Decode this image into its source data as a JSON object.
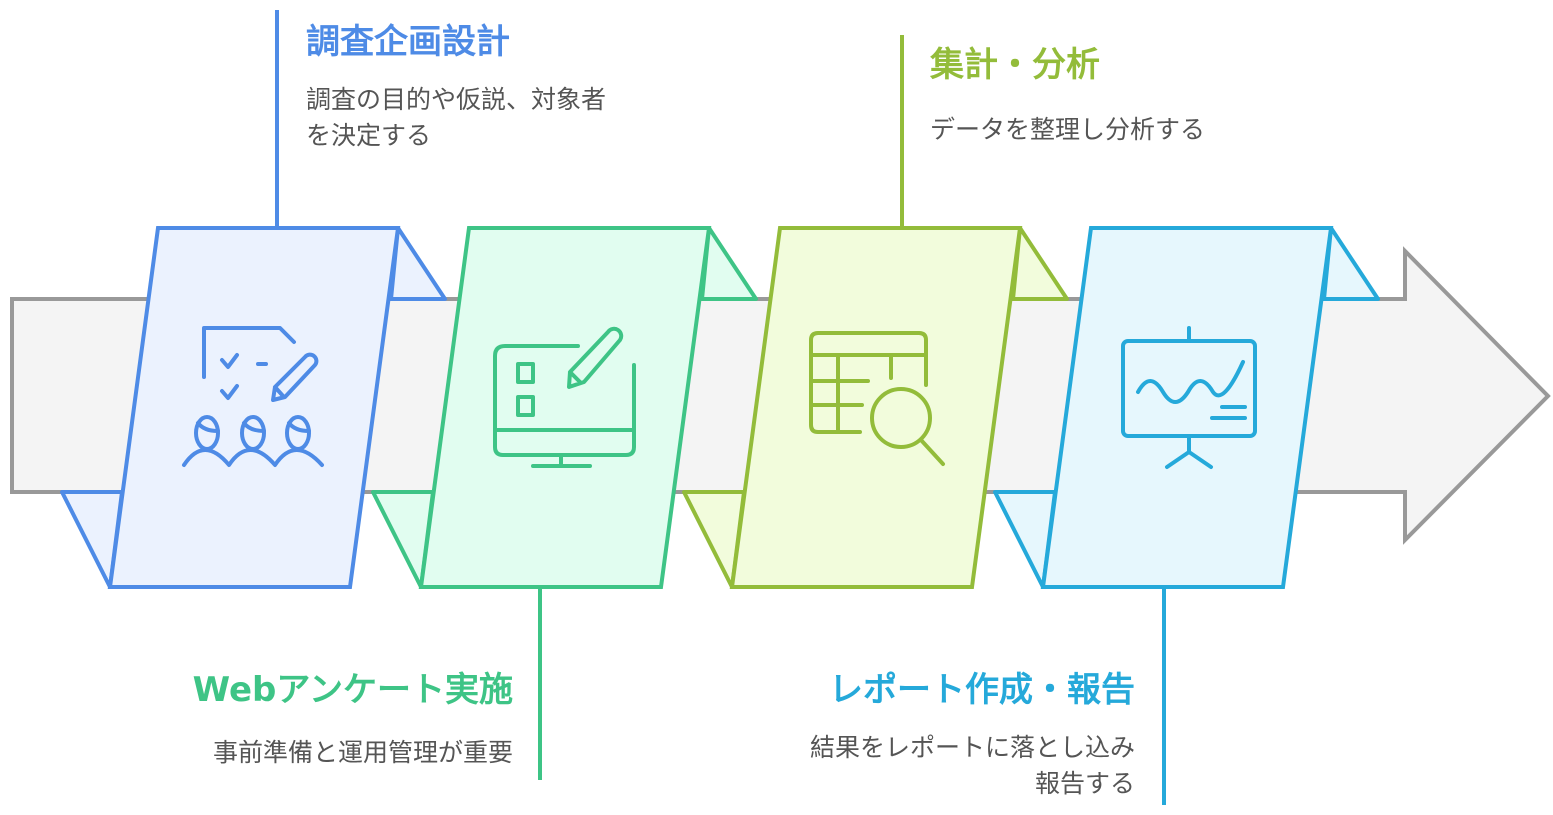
{
  "steps": [
    {
      "title": "調査企画設計",
      "desc": [
        "調査の目的や仮説、対象者",
        "を決定する"
      ],
      "color": "#4E8BE6",
      "fill": "#EBF2FE",
      "icon": "survey-team-icon"
    },
    {
      "title": "Webアンケート実施",
      "desc": [
        "事前準備と運用管理が重要"
      ],
      "color": "#3EC486",
      "fill": "#E1FDF0",
      "icon": "computer-edit-icon"
    },
    {
      "title": "集計・分析",
      "desc": [
        "データを整理し分析する"
      ],
      "color": "#93BC3A",
      "fill": "#F2FCDC",
      "icon": "table-search-icon"
    },
    {
      "title": "レポート作成・報告",
      "desc": [
        "結果をレポートに落とし込み",
        "報告する"
      ],
      "color": "#25A9DA",
      "fill": "#E6F7FD",
      "icon": "presentation-chart-icon"
    }
  ]
}
